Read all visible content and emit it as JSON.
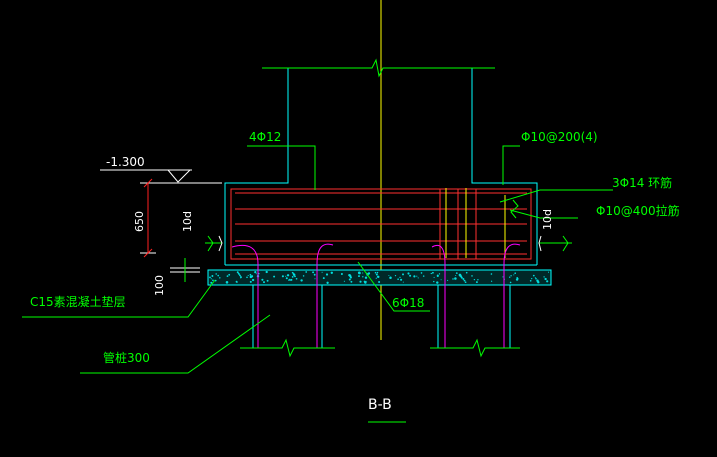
{
  "colors": {
    "background": "#000000",
    "outline": "#00ffff",
    "leader": "#00ff00",
    "rebar": "#ff3030",
    "pile": "#ff00ff",
    "axis": "#ffff00",
    "dimension": "#ff2020",
    "text_white": "#ffffff",
    "gravel": "#00dddd"
  },
  "labels": {
    "column_bars": "4Φ12",
    "stirrups_column": "Φ10@200(4)",
    "ring_bars": "3Φ14 环筋",
    "tie_bars": "Φ10@400拉筋",
    "bottom_bars": "6Φ18",
    "cushion": "C15素混凝土垫层",
    "pile": "管桩300",
    "elevation": "-1.300",
    "dim_height": "650",
    "dim_cover_left": "10d",
    "dim_cover_right": "10d",
    "dim_cushion": "100",
    "section_title": "B-B"
  }
}
